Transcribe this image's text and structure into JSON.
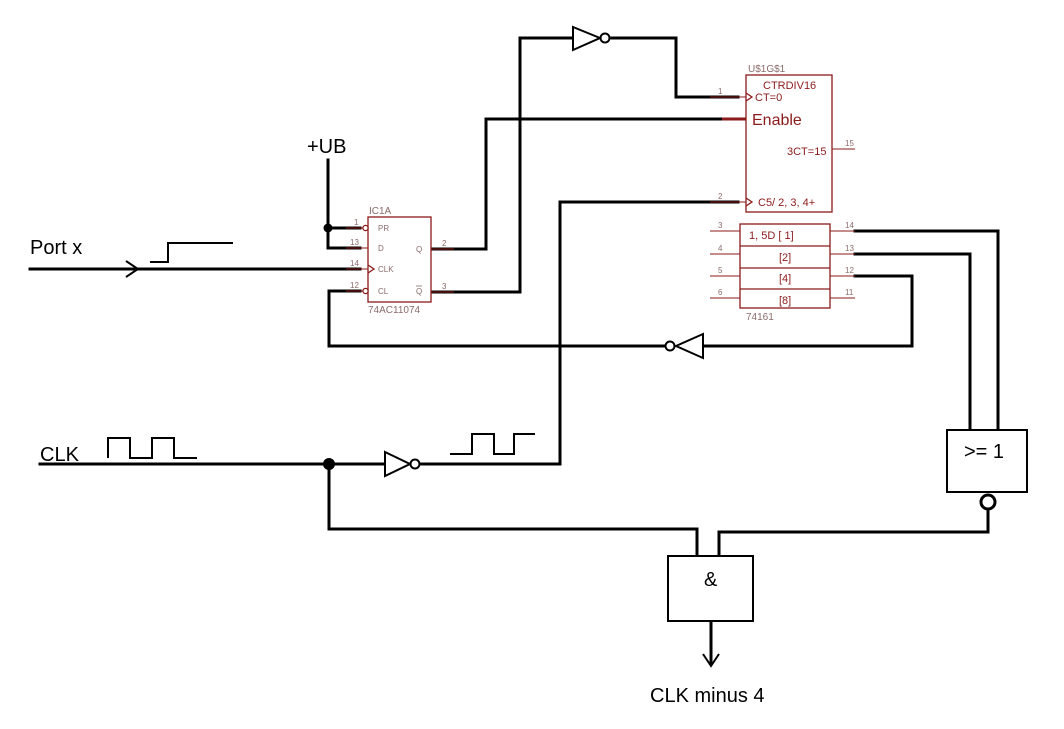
{
  "labels": {
    "port_x": "Port x",
    "ub": "+UB",
    "clk": "CLK",
    "clk_minus_4": "CLK minus 4",
    "or_gate": ">= 1",
    "and_gate": "&"
  },
  "flipflop": {
    "name": "IC1A",
    "part": "74AC11074",
    "pins": {
      "pr": "PR",
      "d": "D",
      "clk": "CLK",
      "cl": "CL",
      "q": "Q",
      "qbar": "Q",
      "n1": "1",
      "n13": "13",
      "n14": "14",
      "n12": "12",
      "n2": "2",
      "n3": "3"
    }
  },
  "counter": {
    "name": "U$1G$1",
    "part": "74161",
    "header": "CTRDIV16",
    "ct0": "CT=0",
    "enable": "Enable",
    "ct15": "3CT=15",
    "c5": "C5/ 2, 3, 4+",
    "d1": "1, 5D [ 1]",
    "d2": "[2]",
    "d4": "[4]",
    "d8": "[8]",
    "pins": {
      "p1": "1",
      "p2": "2",
      "p3": "3",
      "p4": "4",
      "p5": "5",
      "p6": "6",
      "p15": "15",
      "p14": "14",
      "p13": "13",
      "p12": "12",
      "p11": "11"
    }
  }
}
